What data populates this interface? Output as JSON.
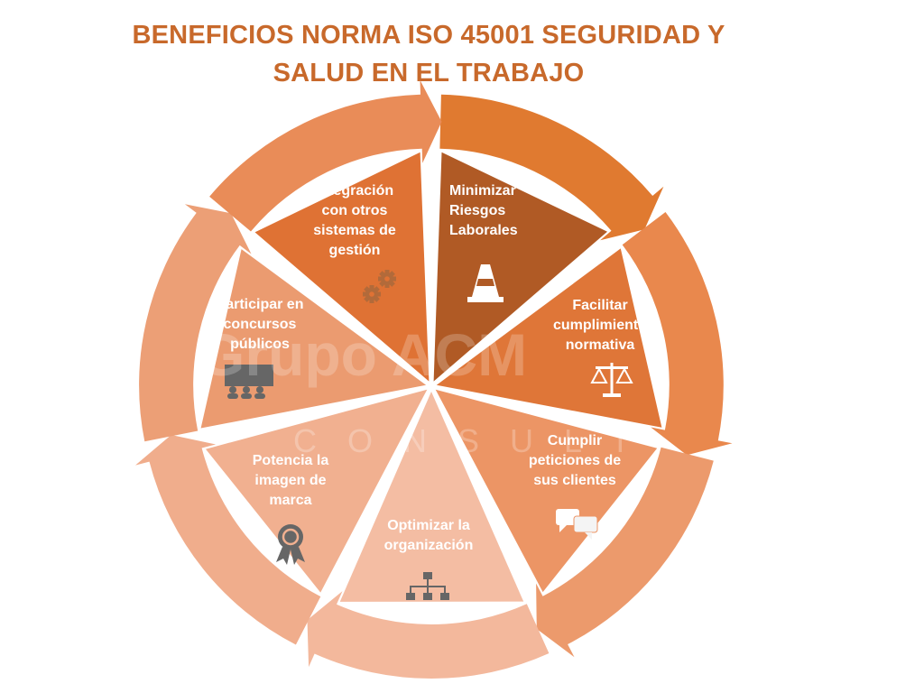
{
  "title": {
    "line1": "BENEFICIOS NORMA ISO 45001 SEGURIDAD Y",
    "line2": "SALUD EN EL TRABAJO"
  },
  "watermark": {
    "brand": "Grupo ACM",
    "sub": "CONSULT"
  },
  "segments": [
    {
      "lines": [
        "Minimizar",
        "Riesgos",
        "Laborales"
      ],
      "icon": "traffic-cone-icon",
      "color": "#b05a25",
      "arrow": "#e07a30"
    },
    {
      "lines": [
        "Facilitar",
        "cumplimiento",
        "normativa"
      ],
      "icon": "scales-icon",
      "color": "#df7638",
      "arrow": "#e9884d"
    },
    {
      "lines": [
        "Cumplir",
        "peticiones de",
        "sus clientes"
      ],
      "icon": "chat-bubbles-icon",
      "color": "#ec9565",
      "arrow": "#ec9a6c"
    },
    {
      "lines": [
        "Optimizar la",
        "organización"
      ],
      "icon": "org-chart-icon",
      "color": "#f4bda3",
      "arrow": "#f3b89c"
    },
    {
      "lines": [
        "Potencia la",
        "imagen de",
        "marca"
      ],
      "icon": "award-ribbon-icon",
      "color": "#f1b090",
      "arrow": "#f0ad8c"
    },
    {
      "lines": [
        "Participar en",
        "concursos",
        "públicos"
      ],
      "icon": "presentation-icon",
      "color": "#eb9b70",
      "arrow": "#ec9f76"
    },
    {
      "lines": [
        "Integración",
        "con otros",
        "sistemas de",
        "gestión"
      ],
      "icon": "gears-icon",
      "color": "#df7234",
      "arrow": "#e98c58"
    }
  ]
}
